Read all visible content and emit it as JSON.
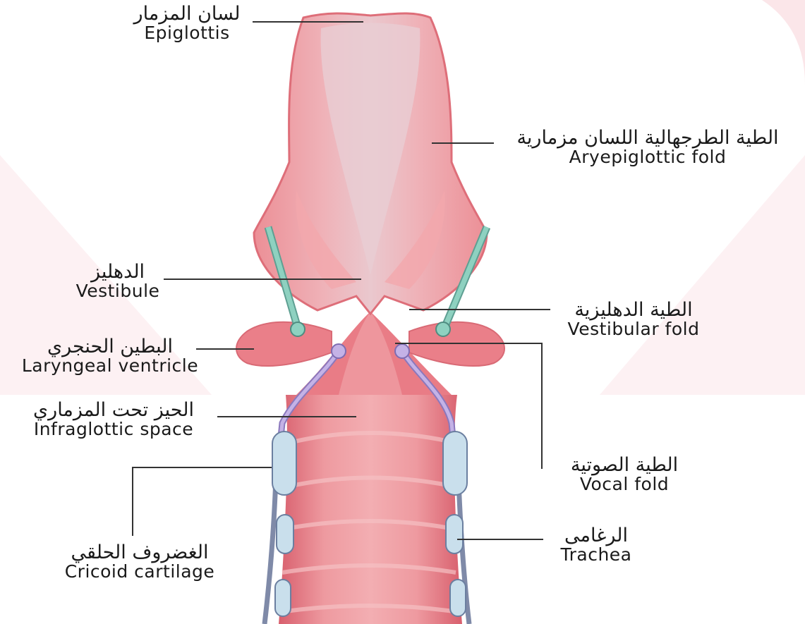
{
  "labels": {
    "epiglottis": {
      "ar": "لسان المزمار",
      "en": "Epiglottis"
    },
    "aryepiglottic_fold": {
      "ar": "الطية الطرجهالية اللسان مزمارية",
      "en": "Aryepiglottic fold"
    },
    "vestibule": {
      "ar": "الدهليز",
      "en": "Vestibule"
    },
    "vestibular_fold": {
      "ar": "الطية الدهليزية",
      "en": "Vestibular fold"
    },
    "laryngeal_ventricle": {
      "ar": "البطين الحنجري",
      "en": "Laryngeal ventricle"
    },
    "infraglottic_space": {
      "ar": "الحيز تحت المزماري",
      "en": "Infraglottic space"
    },
    "vocal_fold": {
      "ar": "الطية الصوتية",
      "en": "Vocal fold"
    },
    "trachea": {
      "ar": "الرغامى",
      "en": "Trachea"
    },
    "cricoid_cartilage": {
      "ar": "الغضروف الحلقي",
      "en": "Cricoid cartilage"
    }
  },
  "colors": {
    "tissue": "#e8848c",
    "tissue_light": "#f1b3b6",
    "epiglottis_inner": "#e7c6cc",
    "cartilage": "#c7dcea",
    "vocal_ligament": "#b9a6dc",
    "vestibular_ligament": "#7fc7b5",
    "watermark": "#fbe6e9"
  }
}
